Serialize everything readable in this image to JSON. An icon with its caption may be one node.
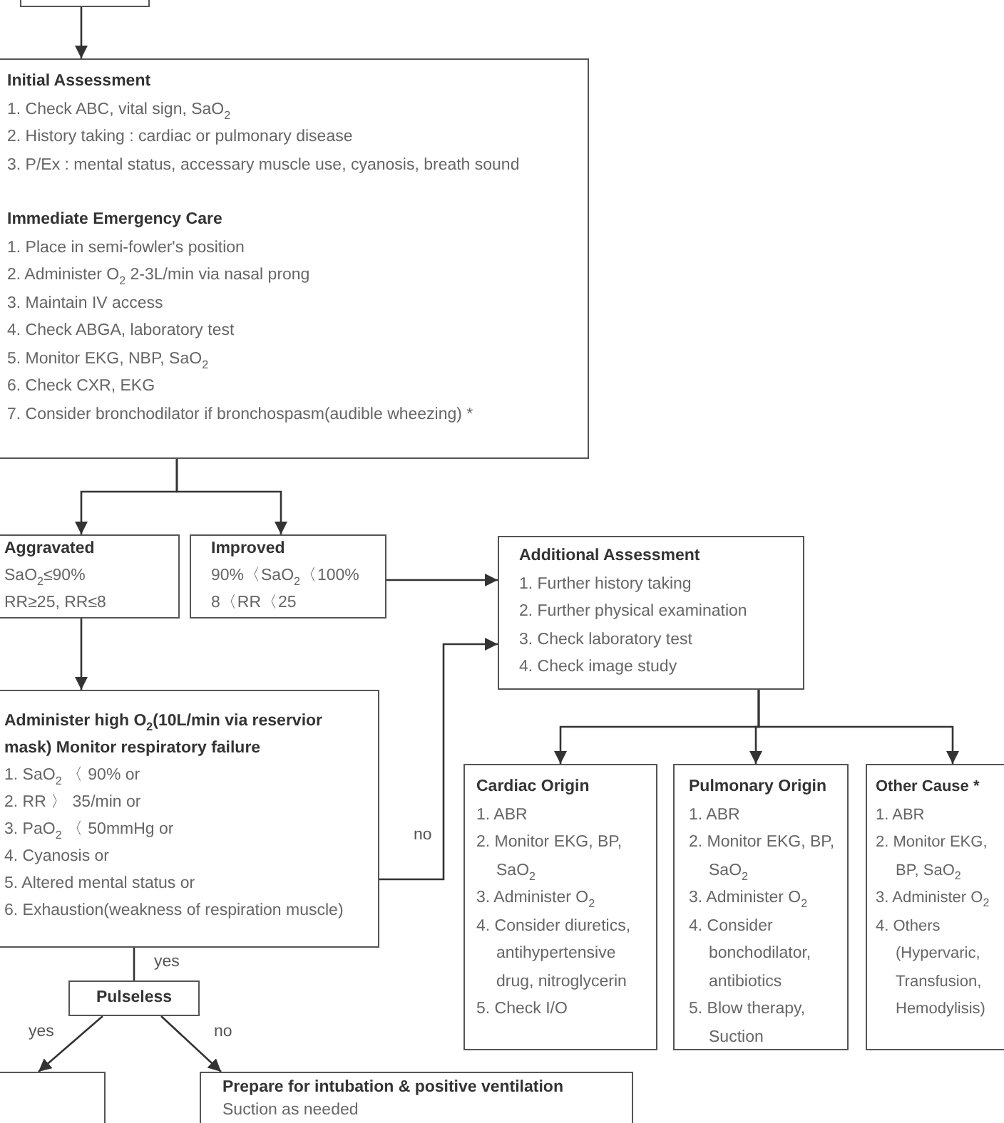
{
  "diagram": {
    "nodes": [
      {
        "text": [],
        "shape": "box"
      },
      {
        "text": [
          "Initial Assessment",
          "1. Check ABC, vital sign, SaO$_{2}$",
          "2. History taking : cardiac or pulmonary disease",
          "3. P/Ex : mental status, accessary muscle use, cyanosis, breath sound",
          "Immediate Emergency Care",
          "1. Place in semi-fowler's position",
          "2. Administer O$_{2}$ 2-3L/min via nasal prong",
          "3. Maintain IV access",
          "4. Check ABGA, laboratory test",
          "5. Monitor EKG, NBP, SaO$_{2}$",
          "6. Check CXR, EKG",
          "7. Consider bronchodilator if bronchospasm(audible wheezing) *"
        ]
      },
      {
        "text": [
          "Aggravated",
          "SaO$_{2}$≤90%",
          "RR≥25, RR≤8"
        ]
      },
      {
        "text": [
          "Improved",
          "90%〈SaO$_{2}$〈100%",
          "8〈RR〈25"
        ]
      },
      {
        "text": [
          "Additional Assessment",
          "1. Further history taking",
          "2. Further physical examination",
          "3. Check laboratory test",
          "4. Check image study"
        ]
      },
      {
        "text": [
          "Administer high O$_{2}$(10L/min via reservior mask) Monitor respiratory failure",
          "1. SaO$_{2}$ 〈 90% or",
          "2. RR 〉 35/min or",
          "3. PaO$_{2}$ 〈 50mmHg or",
          "4. Cyanosis or",
          "5. Altered mental status or",
          "6. Exhaustion(weakness of respiration muscle)"
        ]
      },
      {
        "text": [
          "Cardiac Origin",
          "1. ABR",
          "2. Monitor EKG, BP, SaO$_{2}$",
          "3. Administer O$_{2}$",
          "4. Consider diuretics, antihypertensive drug, nitroglycerin",
          "5. Check I/O"
        ]
      },
      {
        "text": [
          "Pulmonary Origin",
          "1. ABR",
          "2. Monitor EKG, BP, SaO$_{2}$",
          "3. Administer O$_{2}$",
          "4. Consider bonchodilator, antibiotics",
          "5. Blow therapy, Suction"
        ]
      },
      {
        "text": [
          "Other Cause *",
          "1. ABR",
          "2. Monitor EKG, BP, SaO$_{2}$",
          "3. Administer O$_{2}$",
          "4. Others (Hypervaric, Transfusion, Hemodylisis)"
        ]
      },
      {
        "text": [
          "Pulseless"
        ]
      },
      {
        "text": [],
        "shape": "box"
      },
      {
        "text": [
          "Prepare for intubation & positive ventilation",
          "Suction as needed"
        ]
      }
    ],
    "edges": [
      {
        "from": 0,
        "to": 1,
        "arrow": "to"
      },
      {
        "from": 1,
        "to": 2,
        "arrow": "to"
      },
      {
        "from": 1,
        "to": 3,
        "arrow": "to"
      },
      {
        "from": 3,
        "to": 4,
        "arrow": "to"
      },
      {
        "from": 5,
        "to": 4,
        "arrow": "to",
        "label": "no"
      },
      {
        "from": 2,
        "to": 5,
        "arrow": "to"
      },
      {
        "from": 4,
        "to": 6,
        "arrow": "to"
      },
      {
        "from": 4,
        "to": 7,
        "arrow": "to"
      },
      {
        "from": 4,
        "to": 8,
        "arrow": "to"
      },
      {
        "from": 5,
        "to": 9,
        "arrow": "none",
        "label": "yes"
      },
      {
        "from": 9,
        "to": 10,
        "arrow": "to",
        "label": "yes"
      },
      {
        "from": 9,
        "to": 11,
        "arrow": "to",
        "label": "no"
      }
    ]
  }
}
